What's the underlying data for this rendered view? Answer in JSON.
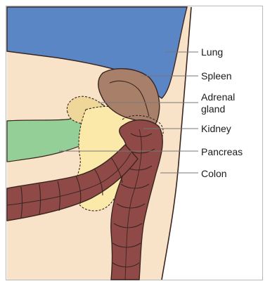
{
  "labels": {
    "lung": "Lung",
    "spleen": "Spleen",
    "adrenal_line1": "Adrenal",
    "adrenal_line2": "gland",
    "kidney": "Kidney",
    "pancreas": "Pancreas",
    "colon": "Colon"
  },
  "colors": {
    "background": "#ffffff",
    "body_skin": "#f9e3c8",
    "lung": "#5b86c6",
    "spleen": "#a8806a",
    "adrenal": "#efd79a",
    "kidney_pancreas": "#fbe9aa",
    "stomach": "#93cf97",
    "colon": "#8f4a48",
    "outline": "#3a2520",
    "leader_line": "#777777"
  }
}
